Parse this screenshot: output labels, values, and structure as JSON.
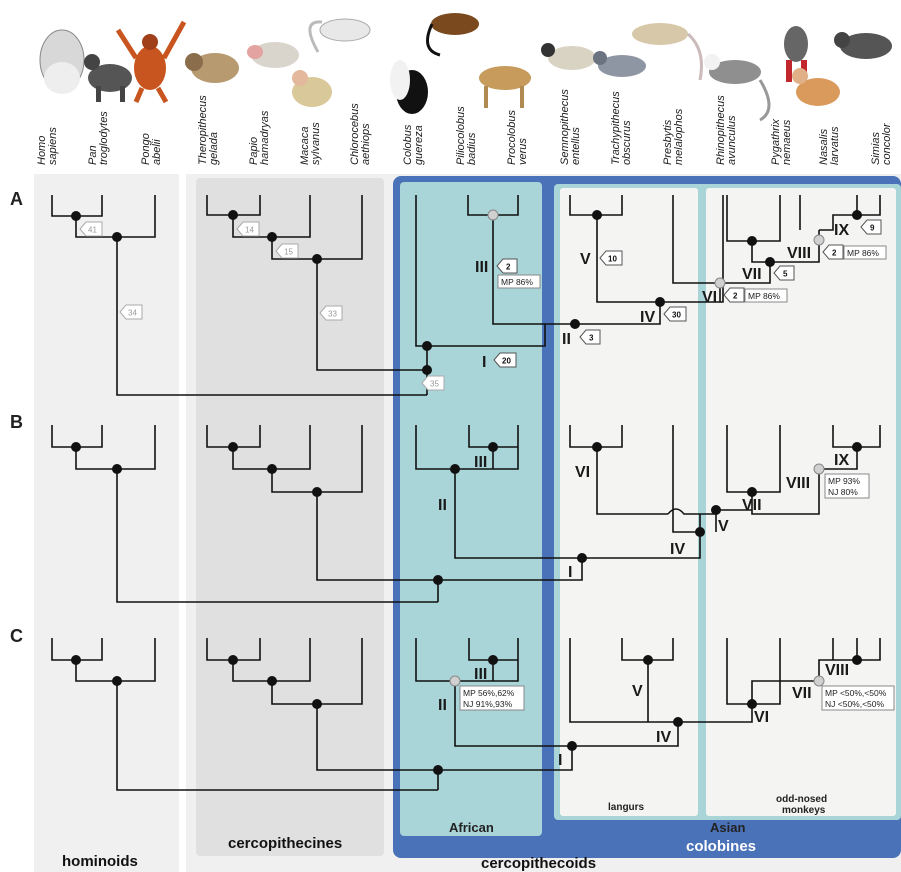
{
  "taxa": [
    {
      "genus": "Homo",
      "species": "sapiens"
    },
    {
      "genus": "Pan",
      "species": "troglodytes"
    },
    {
      "genus": "Pongo",
      "species": "abelii"
    },
    {
      "genus": "Theropithecus",
      "species": "gelada"
    },
    {
      "genus": "Papio",
      "species": "hamadryas"
    },
    {
      "genus": "Macaca",
      "species": "sylvanus"
    },
    {
      "genus": "Chlorocebus",
      "species": "aethiops"
    },
    {
      "genus": "Colobus",
      "species": "guereza"
    },
    {
      "genus": "Piliocolobus",
      "species": "badius"
    },
    {
      "genus": "Procolobus",
      "species": "verus"
    },
    {
      "genus": "Semnopithecus",
      "species": "entellus"
    },
    {
      "genus": "Trachypithecus",
      "species": "obscurus"
    },
    {
      "genus": "Presbytis",
      "species": "melalophos"
    },
    {
      "genus": "Rhinopithecus",
      "species": "avunculus"
    },
    {
      "genus": "Pygathrix",
      "species": "nemaeus"
    },
    {
      "genus": "Nasalis",
      "species": "larvatus"
    },
    {
      "genus": "Simias",
      "species": "concolor"
    }
  ],
  "panels": [
    "A",
    "B",
    "C"
  ],
  "groups": {
    "hominoids": "hominoids",
    "cercopithecines": "cercopithecines",
    "african": "African",
    "asian": "Asian",
    "langurs": "langurs",
    "odd_nosed_line1": "odd-nosed",
    "odd_nosed_line2": "monkeys",
    "colobines": "colobines",
    "cercopithecoids": "cercopithecoids"
  },
  "panel_a": {
    "badges": {
      "n41": "41",
      "n14": "14",
      "n15": "15",
      "n34": "34",
      "n33": "33",
      "n35": "35",
      "n2a": "2",
      "n20": "20",
      "n3": "3",
      "n10": "10",
      "n30": "30",
      "n2b": "2",
      "n5": "5",
      "n2c": "2",
      "n9": "9"
    },
    "support": {
      "III": "MP 86%",
      "VI": "MP 86%",
      "VIII": "MP 86%"
    },
    "labels": {
      "I": "I",
      "II": "II",
      "III": "III",
      "IV": "IV",
      "V": "V",
      "VI": "VI",
      "VII": "VII",
      "VIII": "VIII",
      "IX": "IX"
    }
  },
  "panel_b": {
    "support": {
      "VIII_mp": "MP 93%",
      "VIII_nj": "NJ  80%"
    },
    "labels": {
      "I": "I",
      "II": "II",
      "III": "III",
      "IV": "IV",
      "V": "V",
      "VI": "VI",
      "VII": "VII",
      "VIII": "VIII",
      "IX": "IX"
    }
  },
  "panel_c": {
    "support": {
      "II_mp": "MP 56%,62%",
      "II_nj": "NJ  91%,93%",
      "VII_mp": "MP <50%,<50%",
      "VII_nj": "NJ  <50%,<50%"
    },
    "labels": {
      "I": "I",
      "II": "II",
      "III": "III",
      "IV": "IV",
      "V": "V",
      "VI": "VI",
      "VII": "VII",
      "VIII": "VIII"
    }
  },
  "colors": {
    "hominoid_bg": "#f0f0f0",
    "cerco_outer_bg": "#f0f0f0",
    "cerco_inner_bg": "#e0e0e0",
    "cercopithecoid_frame": "#4a72b8",
    "african_bg": "#a9d4d8",
    "colobine_frame": "#4a72b8",
    "asian_bg": "#a9d4d8",
    "subpanel_bg": "#f4f4f2"
  }
}
